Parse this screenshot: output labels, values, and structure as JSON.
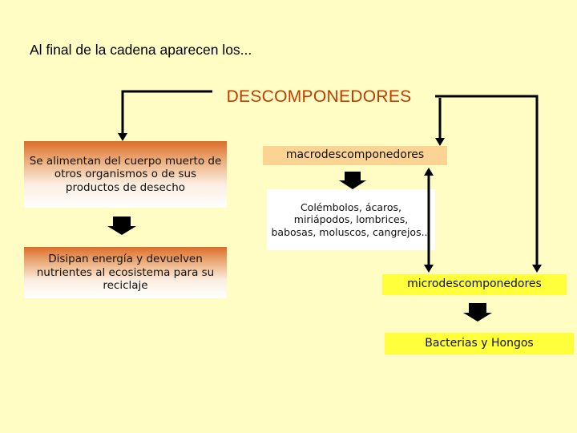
{
  "title": "Al final de la cadena aparecen los...",
  "heading": "DESCOMPONEDORES",
  "left_column": {
    "feeding": "Se alimentan del cuerpo muerto de otros organismos o de sus productos de desecho",
    "role": "Disipan energía y devuelven nutrientes al ecosistema para su reciclaje"
  },
  "macro": {
    "label": "macrodescomponedores",
    "examples": "Colémbolos, ácaros, miriápodos, lombrices, babosas, moluscos, cangrejos..."
  },
  "micro": {
    "label": "microdescomponedores",
    "examples": "Bacterias y Hongos"
  },
  "colors": {
    "background": "#fffdc3",
    "heading": "#bf3b00",
    "macro_box": "#fbd392",
    "micro_box": "#ffff3c",
    "gradient_top": "#dc6d2a"
  }
}
